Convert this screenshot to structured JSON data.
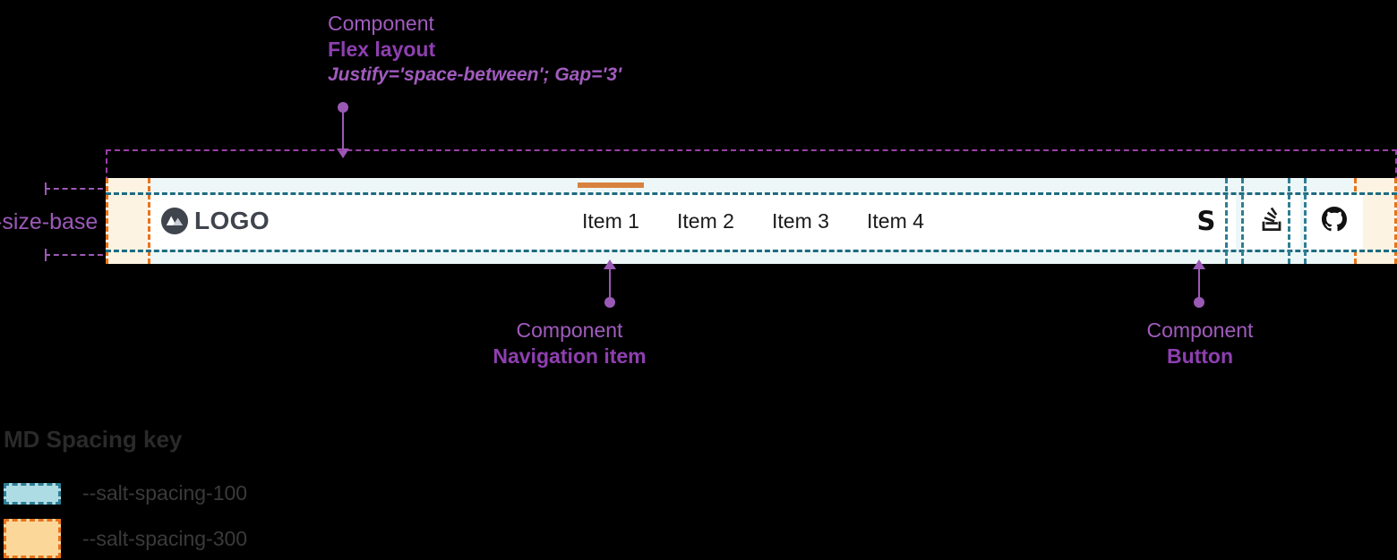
{
  "annotations": {
    "flex_layout": {
      "kind": "Component",
      "name": "Flex layout",
      "props": "Justify='space-between'; Gap='3'"
    },
    "navigation_item": {
      "kind": "Component",
      "name": "Navigation item"
    },
    "button": {
      "kind": "Component",
      "name": "Button"
    },
    "size_base_label": "-size-base"
  },
  "navbar": {
    "logo": {
      "icon": "mountain-logo-icon",
      "text": "LOGO"
    },
    "items": [
      {
        "label": "Item 1",
        "active": true
      },
      {
        "label": "Item 2",
        "active": false
      },
      {
        "label": "Item 3",
        "active": false
      },
      {
        "label": "Item 4",
        "active": false
      }
    ],
    "actions": [
      {
        "icon": "salt-s-icon",
        "glyph": "S"
      },
      {
        "icon": "stack-overflow-icon"
      },
      {
        "icon": "github-icon"
      }
    ]
  },
  "legend": {
    "title": "MD Spacing key",
    "rows": [
      {
        "token": "--salt-spacing-100",
        "swatch": "spacing-100"
      },
      {
        "token": "--salt-spacing-300",
        "swatch": "spacing-300"
      }
    ]
  },
  "colors": {
    "accent_purple": "#9B59B6",
    "spacing_100_fill": "#AEDCE5",
    "spacing_100_border": "#2E7E94",
    "spacing_300_fill": "#FCD79A",
    "spacing_300_border": "#E8731C",
    "active_indicator": "#D9813F",
    "logo_dark": "#3F444D"
  }
}
